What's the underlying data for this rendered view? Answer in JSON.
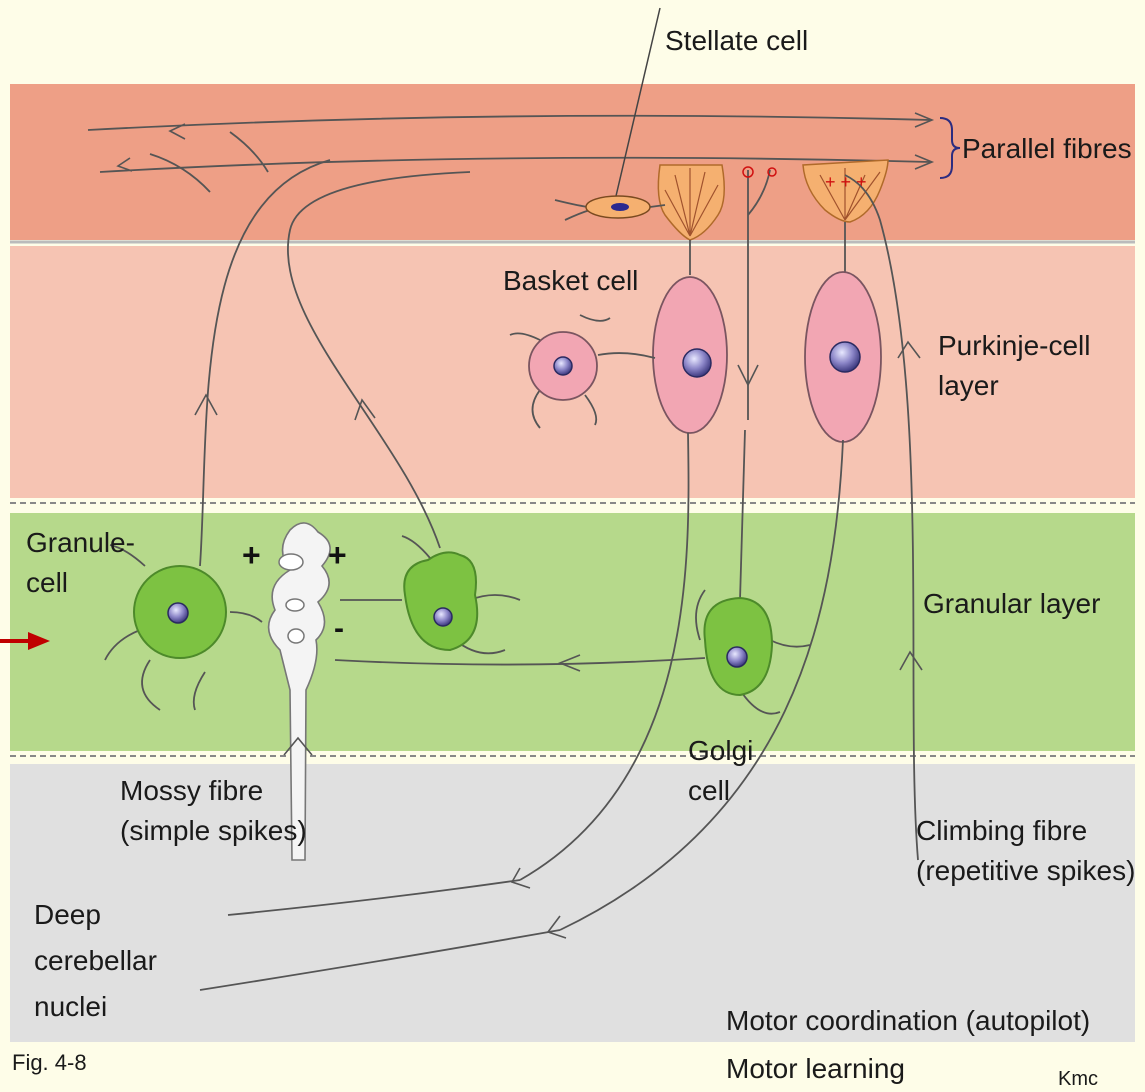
{
  "colors": {
    "background": "#fefde8",
    "molecular_layer": "#ee9f86",
    "purkinje_layer": "#f6c4b3",
    "granular_layer": "#b6d98b",
    "white_matter": "#e0e0e0",
    "purkinje_cell": "#f2a6b3",
    "granule_cell": "#7dc242",
    "stellate_dendrite": "#f5b070",
    "mossy_terminal": "#f4f4f4",
    "red_arrow": "#c00000"
  },
  "labels": {
    "stellate": "Stellate cell",
    "parallel": "Parallel fibres",
    "basket": "Basket cell",
    "purkinje_line1": "Purkinje-cell",
    "purkinje_line2": "layer",
    "granule_line1": "Granule-",
    "granule_line2": "cell",
    "granular_layer": "Granular layer",
    "golgi_line1": "Golgi",
    "golgi_line2": "cell",
    "mossy_line1": "Mossy fibre",
    "mossy_line2": "(simple spikes)",
    "climbing_line1": "Climbing fibre",
    "climbing_line2": "(repetitive spikes)",
    "deep_line1": "Deep",
    "deep_line2": "cerebellar",
    "deep_line3": "nuclei",
    "motor_coord": "Motor coordination (autopilot)",
    "motor_learning": "Motor learning",
    "figure": "Fig. 4-8",
    "credit": "Kmc"
  }
}
